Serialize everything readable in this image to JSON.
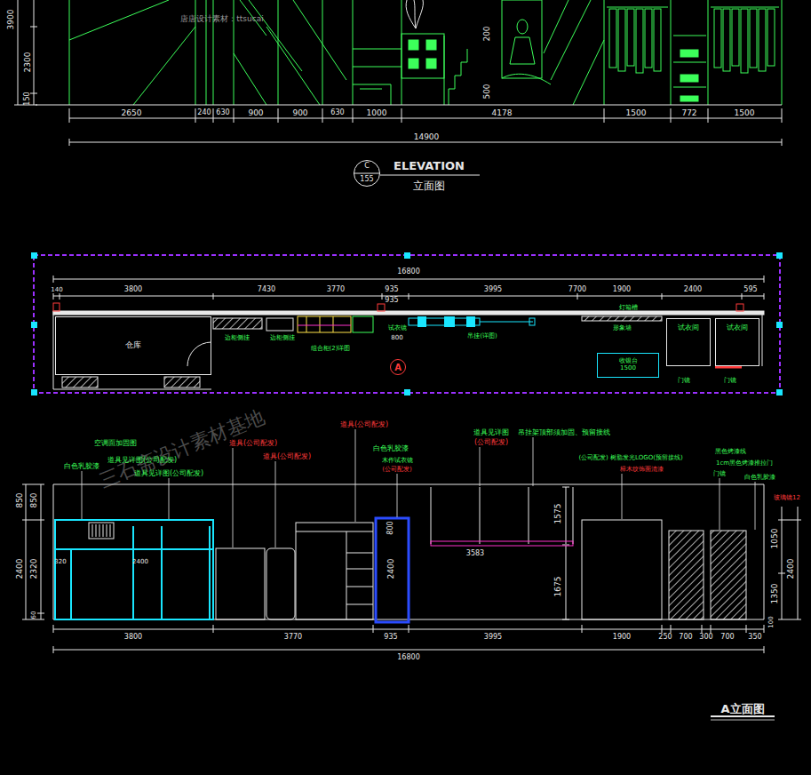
{
  "diagram": {
    "nodes": [
      {
        "text": [
          "C",
          "155"
        ]
      },
      {
        "text": [
          "仓库"
        ]
      },
      {
        "text": [
          "试衣间"
        ]
      },
      {
        "text": [
          "试衣间"
        ]
      },
      {
        "text": [
          "收银台",
          "1500"
        ]
      },
      {
        "text": [
          "A"
        ]
      }
    ],
    "labels": [
      "3900",
      "2300",
      "150",
      "唐唐设计素材：ttsucai",
      "200",
      "500",
      "2650",
      "240",
      "630",
      "900",
      "900",
      "630",
      "1000",
      "4178",
      "1500",
      "772",
      "1500",
      "14900",
      "ELEVATION",
      "立面图",
      "16800",
      "140",
      "3800",
      "7430",
      "3770",
      "935",
      "935",
      "3995",
      "7700",
      "1900",
      "2400",
      "595",
      "灯箱槽",
      "边柜侧挂",
      "边柜侧挂",
      "组合柜(2)详图",
      "试衣镜",
      "800",
      "吊挂(详图)",
      "形象墙",
      "门镜",
      "门镜",
      "三石斋设计素材基地",
      "道具(公司配发)",
      "空调面加固图",
      "道具(公司配发)",
      "白色乳胶漆",
      "道具(公司配发)",
      "道具见详图(公司配发)",
      "白色乳胶漆",
      "木作试衣镜",
      "(公司配发)",
      "道具见详图(公司配发)",
      "道具见详图",
      "(公司配发)",
      "吊挂架顶部须加固、预留接线",
      "(公司配发) 树脂发光LOGO(预留接线)",
      "樟木纹饰面清漆",
      "黑色烤漆线",
      "1cm黑色烤漆推拉门",
      "门镜",
      "白色乳胶漆",
      "玻璃镜12",
      "850",
      "850",
      "2400",
      "2320",
      "60",
      "320",
      "2400",
      "800",
      "2400",
      "1575",
      "3583",
      "1675",
      "1050",
      "1350",
      "2400",
      "100",
      "3800",
      "3770",
      "935",
      "3995",
      "1900",
      "250",
      "700",
      "300",
      "700",
      "350",
      "16800",
      "A立面图"
    ]
  }
}
